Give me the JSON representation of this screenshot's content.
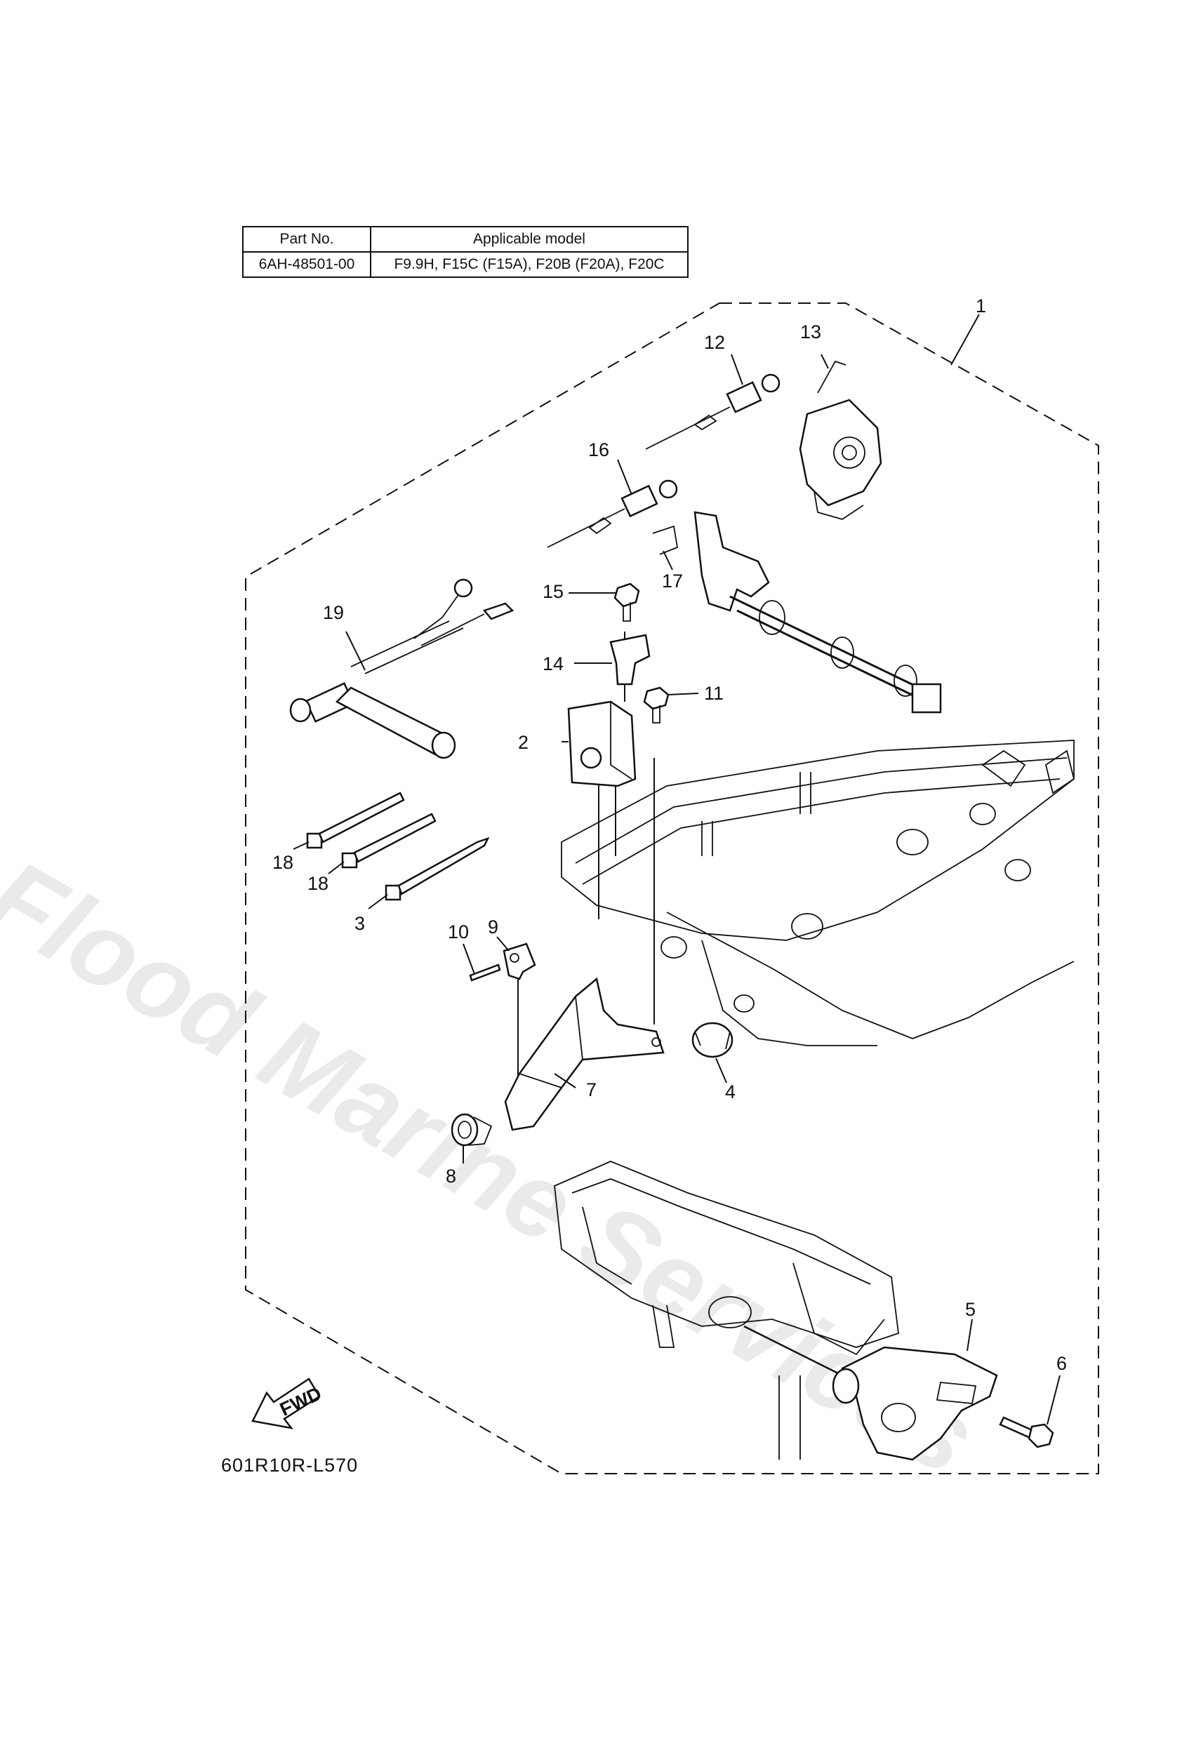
{
  "table": {
    "header": {
      "part_no": "Part No.",
      "model": "Applicable model"
    },
    "row": {
      "part_no": "6AH-48501-00",
      "model": "F9.9H, F15C (F15A), F20B (F20A), F20C"
    }
  },
  "callouts": [
    {
      "id": "1",
      "label": "1"
    },
    {
      "id": "2",
      "label": "2"
    },
    {
      "id": "3",
      "label": "3"
    },
    {
      "id": "4",
      "label": "4"
    },
    {
      "id": "5",
      "label": "5"
    },
    {
      "id": "6",
      "label": "6"
    },
    {
      "id": "7",
      "label": "7"
    },
    {
      "id": "8",
      "label": "8"
    },
    {
      "id": "9",
      "label": "9"
    },
    {
      "id": "10",
      "label": "10"
    },
    {
      "id": "11",
      "label": "11"
    },
    {
      "id": "12",
      "label": "12"
    },
    {
      "id": "13",
      "label": "13"
    },
    {
      "id": "14",
      "label": "14"
    },
    {
      "id": "15",
      "label": "15"
    },
    {
      "id": "16",
      "label": "16"
    },
    {
      "id": "17",
      "label": "17"
    },
    {
      "id": "18a",
      "label": "18"
    },
    {
      "id": "18b",
      "label": "18"
    },
    {
      "id": "19",
      "label": "19"
    }
  ],
  "fwd_label": "FWD",
  "diagram_code": "601R10R-L570",
  "watermark": "Flood Marine Services"
}
